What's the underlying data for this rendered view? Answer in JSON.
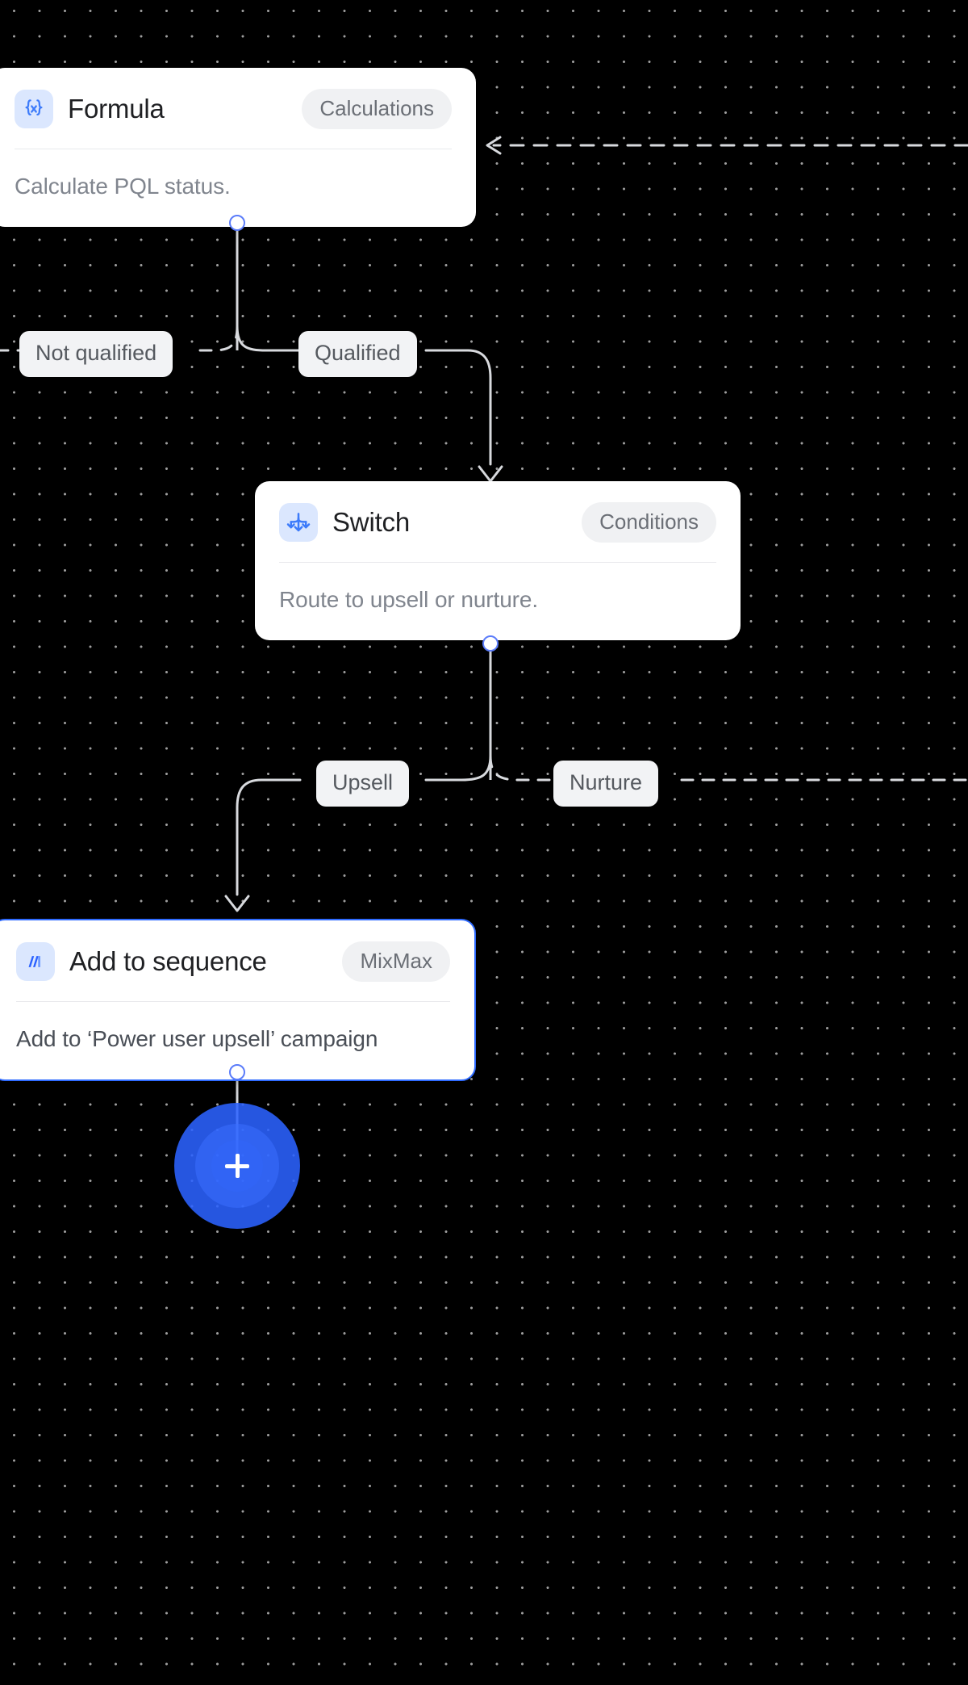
{
  "canvas": {
    "background_color": "#000000",
    "dot_color": "#ffffff",
    "accent_color": "#2b62ff",
    "port_color": "#5b7cfa",
    "selected_border_color": "#2f6bff"
  },
  "nodes": [
    {
      "id": "formula",
      "icon": "formula-braces-icon",
      "title": "Formula",
      "badge": "Calculations",
      "description": "Calculate PQL status.",
      "selected": false
    },
    {
      "id": "switch",
      "icon": "switch-branch-icon",
      "title": "Switch",
      "badge": "Conditions",
      "description": "Route to upsell or nurture.",
      "selected": false
    },
    {
      "id": "add-to-sequence",
      "icon": "mixmax-logo-icon",
      "title": "Add to sequence",
      "badge": "MixMax",
      "description": "Add to ‘Power user upsell’ campaign",
      "selected": true
    }
  ],
  "edge_labels": [
    {
      "id": "not-qualified",
      "label": "Not qualified"
    },
    {
      "id": "qualified",
      "label": "Qualified"
    },
    {
      "id": "upsell",
      "label": "Upsell"
    },
    {
      "id": "nurture",
      "label": "Nurture"
    }
  ],
  "add_button": {
    "icon": "plus-icon",
    "label": "+"
  }
}
